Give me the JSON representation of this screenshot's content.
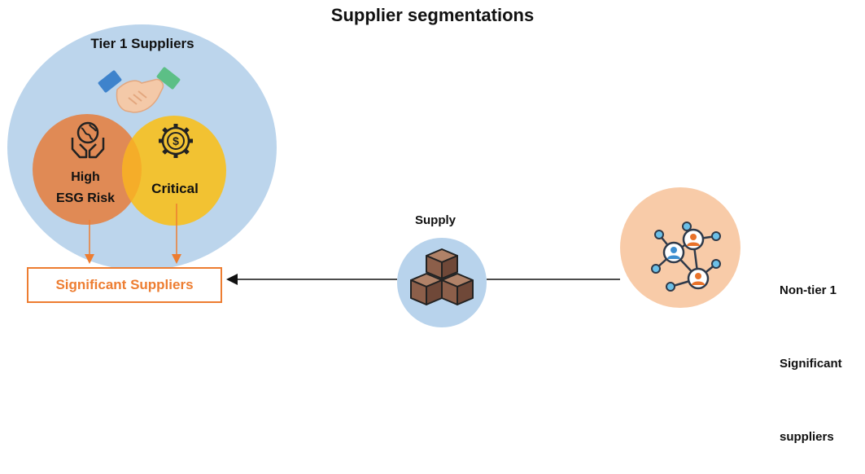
{
  "title": "Supplier segmentations",
  "tier1": {
    "label": "Tier 1 Suppliers"
  },
  "esg": {
    "label_line1": "High",
    "label_line2": "ESG Risk"
  },
  "critical": {
    "label": "Critical"
  },
  "significant": {
    "label": "Significant Suppliers"
  },
  "supply": {
    "label": "Supply"
  },
  "nontier": {
    "label_line1": "Non-tier 1",
    "label_line2": "Significant",
    "label_line3": "suppliers"
  },
  "colors": {
    "tier1_fill": "#bcd5ec",
    "esg_fill": "#e08a55",
    "critical_fill": "#f2c232",
    "accent_orange": "#ed7d31",
    "nontier_fill": "#f8cba8",
    "supply_fill": "#b8d3ec"
  },
  "icons": [
    "handshake-icon",
    "globe-hands-icon",
    "gear-dollar-icon",
    "boxes-icon",
    "network-people-icon"
  ]
}
